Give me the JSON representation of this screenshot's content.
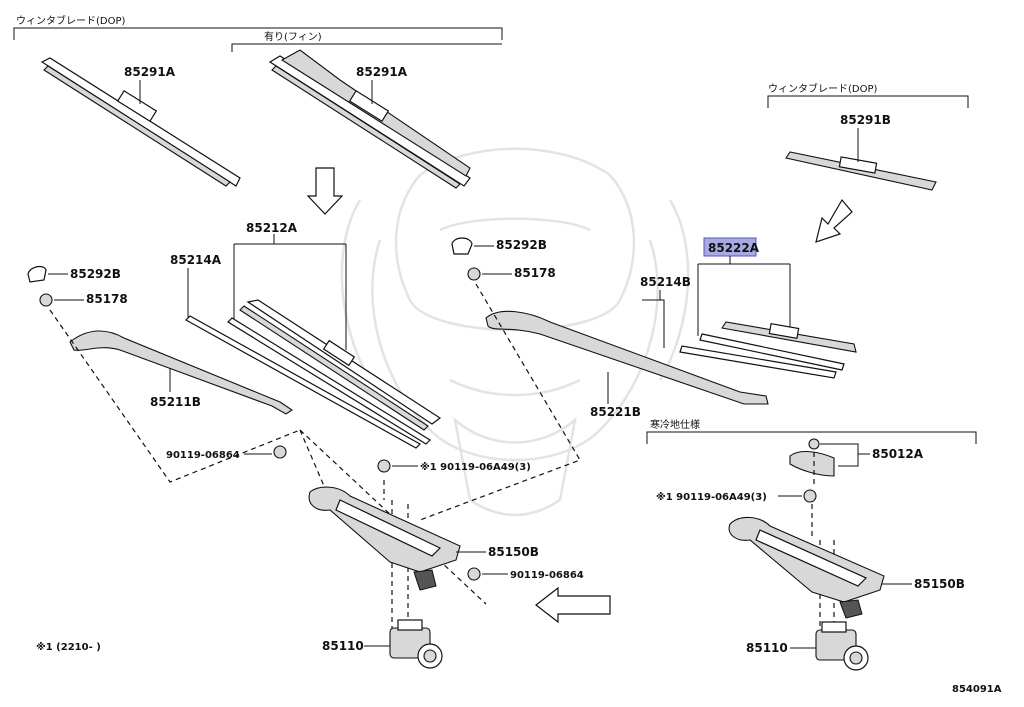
{
  "brackets": {
    "front_blade_dop": "ウィンタブレード(DOP)",
    "with_fin": "有り(フィン)",
    "rear_blade_dop": "ウィンタブレード(DOP)",
    "cold_spec": "寒冷地仕様"
  },
  "labels": {
    "p85291A_1": "85291A",
    "p85291A_2": "85291A",
    "p85291B": "85291B",
    "p85212A": "85212A",
    "p85214A": "85214A",
    "p85292B_left": "85292B",
    "p85178_left": "85178",
    "p85211B": "85211B",
    "p85292B_mid": "85292B",
    "p85178_mid": "85178",
    "p85221B": "85221B",
    "p85222A": "85222A",
    "p85214B": "85214B",
    "p90119_06864_a": "90119-06864",
    "p90119_06A49_left": "※1 90119-06A49(3)",
    "p85150B_left": "85150B",
    "p90119_06864_b": "90119-06864",
    "p85110_left": "85110",
    "p85012A": "85012A",
    "p90119_06A49_right": "※1 90119-06A49(3)",
    "p85150B_right": "85150B",
    "p85110_right": "85110"
  },
  "footnote": "※1 (2210-     )",
  "diagram_id": "854091A",
  "colors": {
    "highlight": "#a9a9e6",
    "line": "#111111",
    "watermark": "#e3e3e3"
  }
}
